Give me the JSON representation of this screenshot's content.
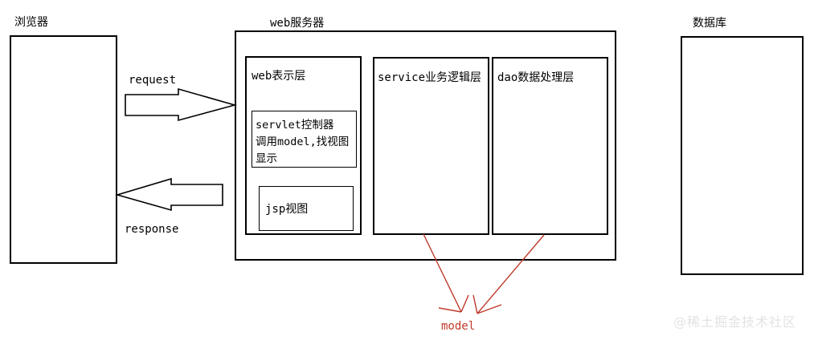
{
  "diagram": {
    "title_browser": "浏览器",
    "title_web_server": "web服务器",
    "title_database": "数据库",
    "arrows": {
      "request_label": "request",
      "response_label": "response"
    },
    "web_tier": {
      "label": "web表示层",
      "servlet_box": "servlet控制器\n调用model,找视图\n显示",
      "jsp_box": "jsp视图"
    },
    "service_tier": {
      "label": "service业务逻辑层"
    },
    "dao_tier": {
      "label": "dao数据处理层"
    },
    "model_annotation": {
      "label": "model",
      "color": "#c0392b"
    },
    "watermark": "@稀土掘金技术社区",
    "colors": {
      "stroke": "#000000",
      "background": "#ffffff",
      "annotation": "#c0392b",
      "watermark": "#e3e3e3"
    }
  }
}
